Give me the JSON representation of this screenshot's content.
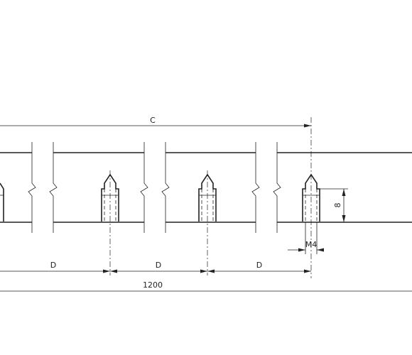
{
  "dimensions": {
    "top_label": "C",
    "bottom_label": "1200",
    "spacing_labels": [
      "D",
      "D",
      "D"
    ],
    "height_label": "8",
    "thread_label": "M4"
  }
}
